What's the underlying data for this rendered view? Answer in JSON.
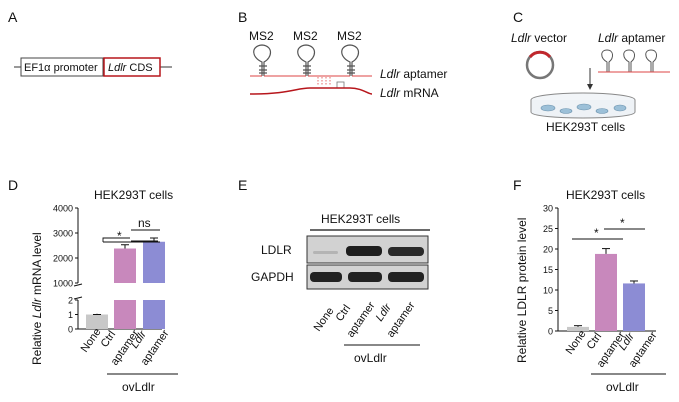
{
  "panels": {
    "a": "A",
    "b": "B",
    "c": "C",
    "d": "D",
    "e": "E",
    "f": "F"
  },
  "panelA": {
    "promoter": "EF1α promoter",
    "gene": "Ldlr",
    "cds": " CDS"
  },
  "panelB": {
    "ms2": [
      "MS2",
      "MS2",
      "MS2"
    ],
    "aptamer_gene": "Ldlr",
    "aptamer_word": " aptamer",
    "mrna_gene": "Ldlr",
    "mrna_word": " mRNA"
  },
  "panelC": {
    "vector_gene": "Ldlr",
    "vector_word": " vector",
    "aptamer_gene": "Ldlr",
    "aptamer_word": " aptamer",
    "cells": "HEK293T cells"
  },
  "panelD": {
    "title": "HEK293T cells",
    "ylabel_pre": "Relative ",
    "ylabel_gene": "Ldlr",
    "ylabel_post": " mRNA level",
    "sig1": "*",
    "sig2": "ns",
    "cat_none": "None",
    "cat_ctrl1": "Ctrl",
    "cat_ctrl2": "aptamer",
    "cat_ldlr1": "Ldlr",
    "cat_ldlr2": "aptamer",
    "group": "ovLdlr"
  },
  "panelE": {
    "title": "HEK293T cells",
    "row1": "LDLR",
    "row2": "GAPDH",
    "cat_none": "None",
    "cat_ctrl1": "Ctrl",
    "cat_ctrl2": "aptamer",
    "cat_ldlr1": "Ldlr",
    "cat_ldlr2": "aptamer",
    "group": "ovLdlr"
  },
  "panelF": {
    "title": "HEK293T cells",
    "ylabel": "Relative LDLR protein level",
    "sig1": "*",
    "sig2": "*",
    "cat_none": "None",
    "cat_ctrl1": "Ctrl",
    "cat_ctrl2": "aptamer",
    "cat_ldlr1": "Ldlr",
    "cat_ldlr2": "aptamer",
    "group": "ovLdlr"
  },
  "chart_data": [
    {
      "type": "bar",
      "title": "HEK293T cells",
      "ylabel": "Relative Ldlr mRNA level",
      "categories": [
        "None",
        "Ctrl aptamer",
        "Ldlr aptamer"
      ],
      "values": [
        1,
        2380,
        2650
      ],
      "errors": [
        0.05,
        150,
        150
      ],
      "colors": [
        "#c8c8c8",
        "#c888bc",
        "#8c8cd4"
      ],
      "y_axis_lower": {
        "ticks": [
          "0",
          "1",
          "2"
        ],
        "range": [
          0,
          2
        ]
      },
      "y_axis_upper": {
        "ticks": [
          "1000",
          "2000",
          "3000",
          "4000"
        ],
        "range": [
          1000,
          4000
        ]
      },
      "ticks_lower": [
        0,
        1,
        2
      ],
      "ticks_upper": [
        1000,
        2000,
        3000,
        4000
      ]
    },
    {
      "type": "bar",
      "title": "HEK293T cells",
      "ylabel": "Relative LDLR protein level",
      "categories": [
        "None",
        "Ctrl aptamer",
        "Ldlr aptamer"
      ],
      "values": [
        1,
        18.8,
        11.6
      ],
      "errors": [
        0.3,
        1.3,
        0.6
      ],
      "colors": [
        "#c8c8c8",
        "#c888bc",
        "#8c8cd4"
      ],
      "ylim": [
        0,
        30
      ],
      "ticks": [
        "0",
        "5",
        "10",
        "15",
        "20",
        "25",
        "30"
      ],
      "tick_values": [
        0,
        5,
        10,
        15,
        20,
        25,
        30
      ]
    }
  ]
}
